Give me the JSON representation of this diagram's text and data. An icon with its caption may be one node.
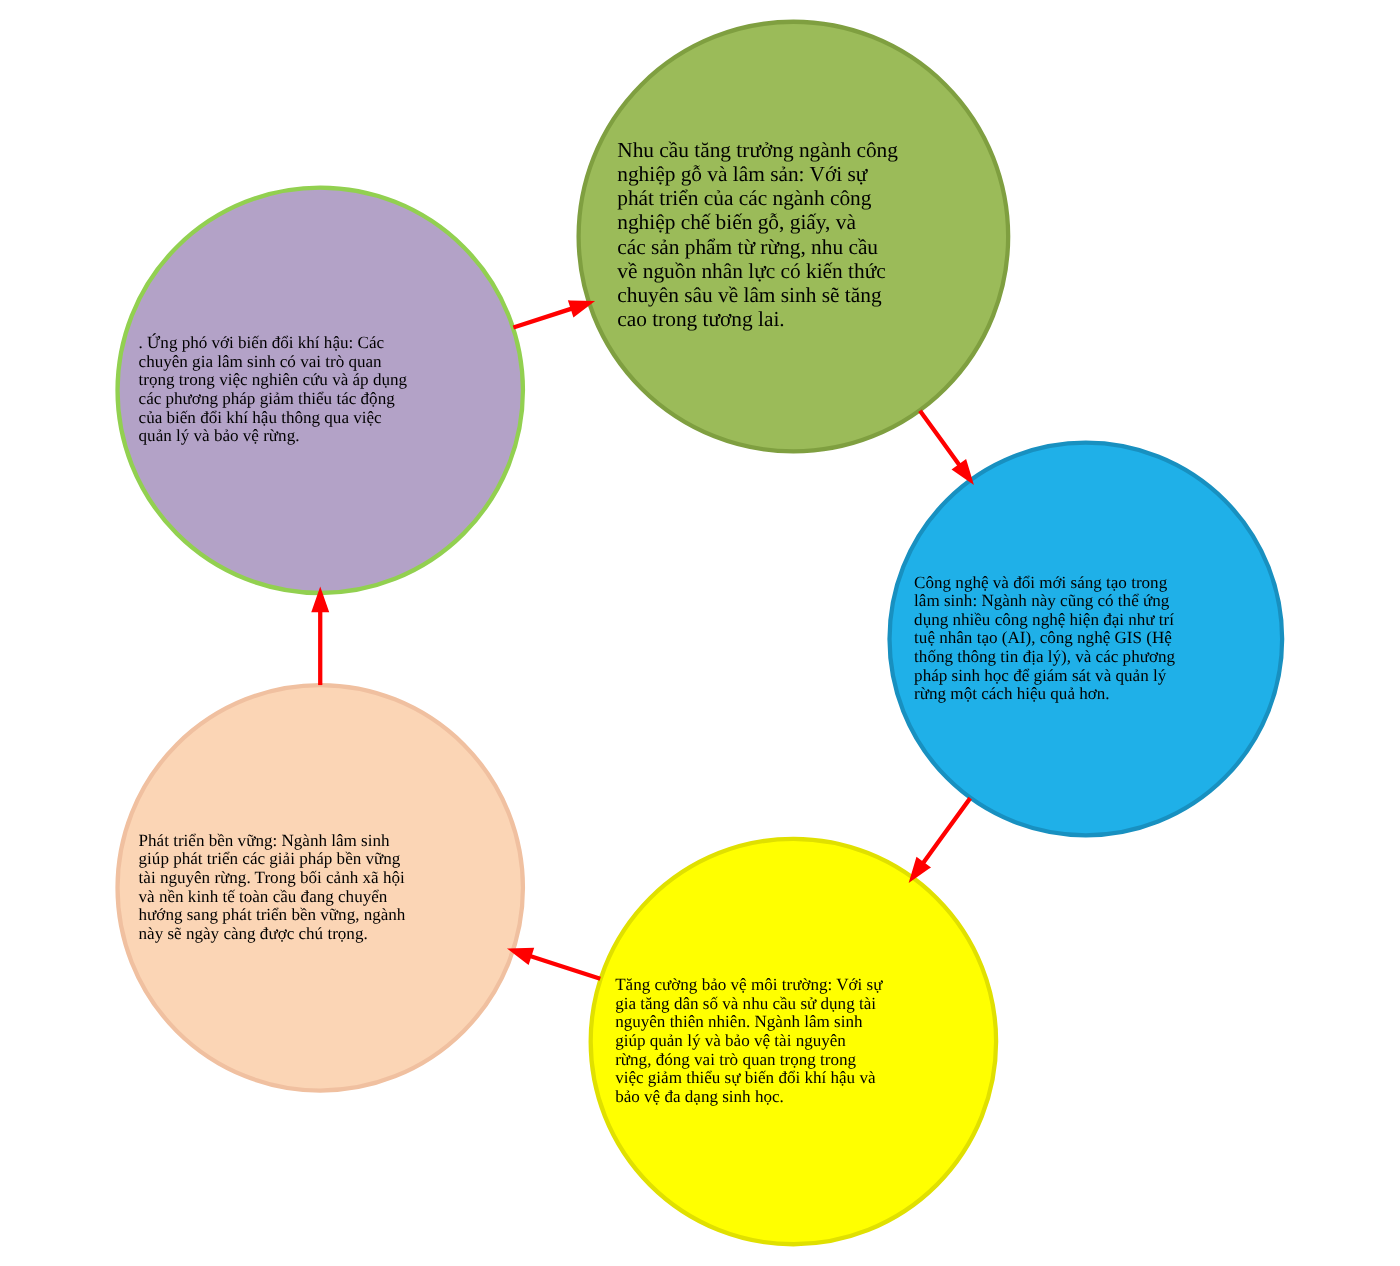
{
  "diagram": {
    "nodes": [
      {
        "text": [
          "Tăng cường bảo vệ môi trường: Với sự gia tăng dân số và nhu cầu sử dụng tài nguyên thiên nhiên. Ngành lâm sinh giúp quản lý và bảo vệ tài nguyên rừng, đóng vai trò quan trọng trong việc giảm thiểu sự biến đổi khí hậu và bảo vệ đa dạng sinh học."
        ]
      },
      {
        "text": [
          "Phát triển bền vững: Ngành lâm sinh giúp phát triển các giải pháp bền vững tài nguyên rừng. Trong bối cảnh xã hội và nền kinh tế toàn cầu đang chuyển hướng sang phát triển bền vững, ngành này sẽ ngày càng được chú trọng."
        ]
      },
      {
        "text": [
          ". Ứng phó với biến đổi khí hậu: Các chuyên gia lâm sinh có vai trò quan trọng trong việc nghiên cứu và áp dụng các phương pháp giảm thiểu tác động của biến đổi khí hậu thông qua việc quản lý và bảo vệ rừng."
        ]
      },
      {
        "text": [
          "Nhu cầu tăng trưởng ngành công nghiệp gỗ và lâm sản: Với sự phát triển của các ngành công nghiệp chế biến gỗ, giấy, và các sản phẩm từ rừng, nhu cầu về nguồn nhân lực có kiến thức chuyên sâu về lâm sinh sẽ tăng cao trong tương lai."
        ]
      },
      {
        "text": [
          "Công nghệ và đổi mới sáng tạo trong lâm sinh: Ngành này cũng có thể ứng dụng nhiều công nghệ hiện đại như trí tuệ nhân tạo (AI), công nghệ GIS (Hệ thống thông tin địa lý), và các phương pháp sinh học để giám sát và quản lý rừng một cách hiệu quả hơn."
        ]
      }
    ],
    "edges": [
      {
        "from": 0,
        "to": 1,
        "arrow": "to"
      },
      {
        "from": 1,
        "to": 2,
        "arrow": "to"
      },
      {
        "from": 2,
        "to": 3,
        "arrow": "to"
      },
      {
        "from": 3,
        "to": 4,
        "arrow": "to"
      },
      {
        "from": 4,
        "to": 0,
        "arrow": "to"
      }
    ]
  }
}
